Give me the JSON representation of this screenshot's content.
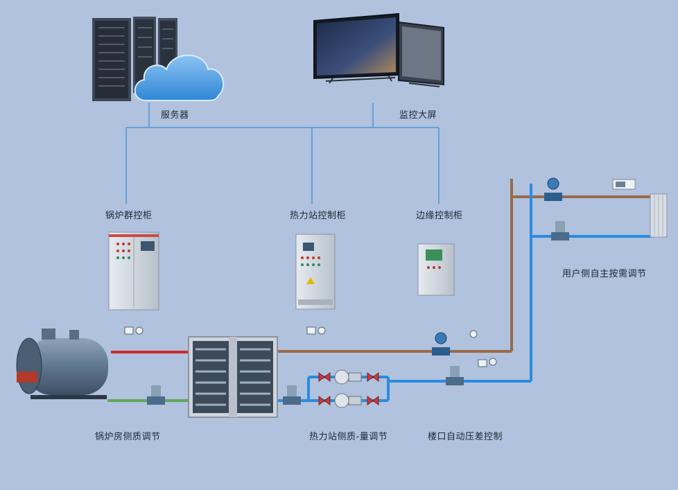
{
  "labels": {
    "server": "服务器",
    "monitor_screen": "监控大屏",
    "boiler_cabinet": "锅炉群控柜",
    "station_cabinet": "热力站控制柜",
    "edge_cabinet": "边缘控制柜",
    "user_side": "用户侧自主按需调节",
    "boiler_room": "锅炉房侧质调节",
    "station_side": "热力站侧质-量调节",
    "building_entry": "楼口自动压差控制"
  },
  "colors": {
    "background": "#b0c2dd",
    "network_line": "#3a8fd8",
    "supply_pipe_brown": "#9a6a4a",
    "return_pipe_blue": "#2b8be0",
    "boiler_supply_red": "#cc2a2a",
    "boiler_return_green": "#5fa85a",
    "cabinet_gray": "#cfd6dd"
  },
  "icons": [
    "server-rack-icon",
    "cloud-icon",
    "tv-screen-icon",
    "control-cabinet-icon",
    "boiler-icon",
    "heat-exchanger-icon",
    "pump-icon",
    "flow-meter-icon",
    "valve-icon",
    "pressure-gauge-icon",
    "thermostat-icon",
    "radiator-icon"
  ]
}
